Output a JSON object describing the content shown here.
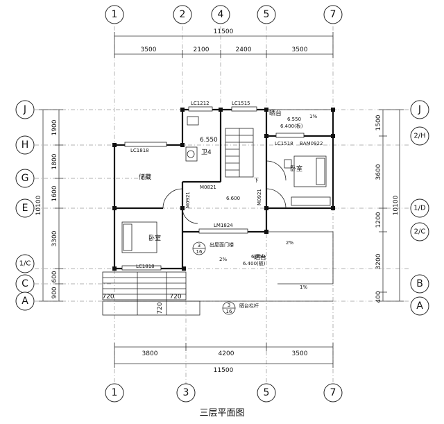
{
  "title": "三层平面图",
  "axes": {
    "top": [
      "1",
      "2",
      "4",
      "5",
      "7"
    ],
    "bottom": [
      "1",
      "3",
      "5",
      "7"
    ],
    "left": [
      "J",
      "H",
      "G",
      "E",
      "1/C",
      "C",
      "A"
    ],
    "right": [
      "J",
      "2/H",
      "1/D",
      "2/C",
      "B",
      "A"
    ]
  },
  "dimensions": {
    "top_total": "11500",
    "top_parts": [
      "3500",
      "2100",
      "2400",
      "3500"
    ],
    "bottom_parts": [
      "3800",
      "4200",
      "3500"
    ],
    "bottom_total": "11500",
    "left_parts": [
      "1900",
      "1800",
      "1600",
      "3300",
      "600",
      "900"
    ],
    "left_total": "10100",
    "right_parts": [
      "1500",
      "3600",
      "1200",
      "3200",
      "400"
    ],
    "right_total": "10100",
    "small": [
      "720",
      "720",
      "720"
    ]
  },
  "rooms": {
    "balcony_top": "晒台",
    "bath": "卫4",
    "storage": "储藏",
    "bedroom_right": "卧室",
    "bedroom_left": "卧室",
    "balcony_right": "晒台",
    "balcony_railing": "晒台栏杆",
    "roof_door": "出屋面门楼"
  },
  "labels": {
    "lc1212": "LC1212",
    "lc1515": "LC1515",
    "lc1818_top": "LC1818",
    "lc1518": "LC1518",
    "bam0922": "BAM0922",
    "m0821": "M0821",
    "m0921_a": "M0921",
    "m0921_b": "M0921",
    "lm1824": "LM1824",
    "lc1818_bottom": "LC1818",
    "level_6550_a": "6.550",
    "level_6550_b": "6.550",
    "level_6550_c": "6.550",
    "level_6400_a": "6.400(板)",
    "level_6400_b": "6.400(板)",
    "level_6600": "6.600",
    "down": "下",
    "slope_1a": "1%",
    "slope_2a": "2%",
    "slope_2b": "2%",
    "slope_1b": "1%",
    "detail_a_num": "3",
    "detail_a_sheet": "16",
    "detail_b_num": "3",
    "detail_b_sheet": "16"
  }
}
